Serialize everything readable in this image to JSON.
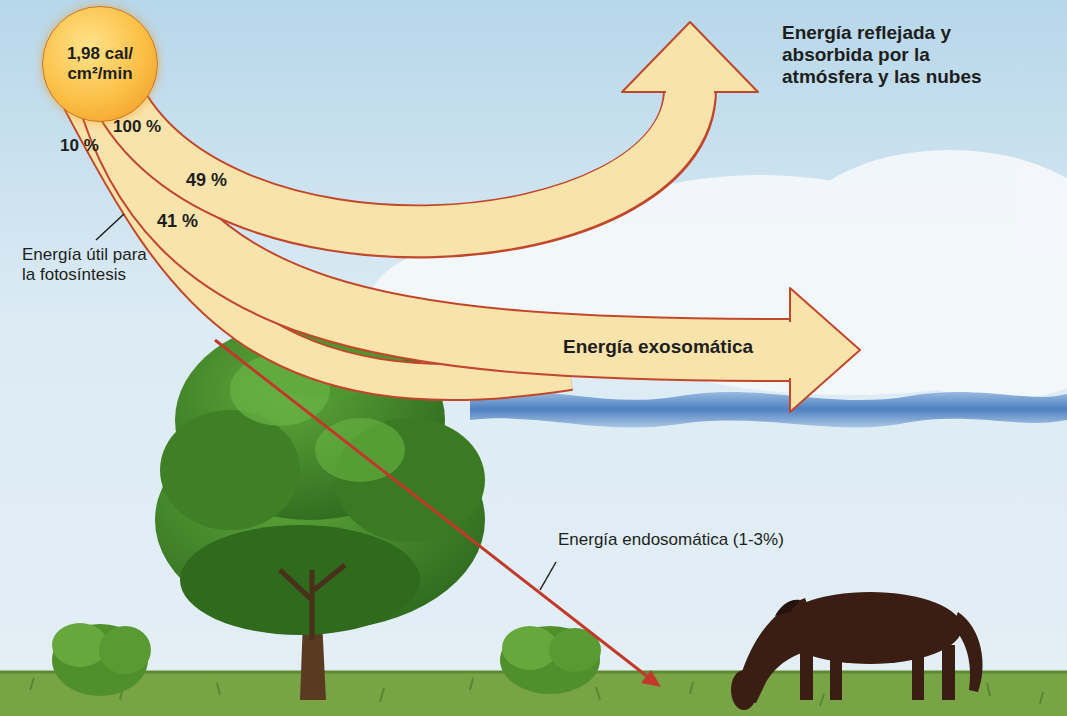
{
  "diagram": {
    "nodes": [
      {
        "text": [
          "1,98 cal/ cm²/min"
        ]
      }
    ],
    "labels": [
      "100 %",
      "10 %",
      "49 %",
      "41 %",
      "Energía reflejada y absorbida por la atmósfera y las nubes",
      "Energía exosomática",
      "Energía útil para la fotosíntesis",
      "Energía endosomática (1-3%)"
    ]
  }
}
